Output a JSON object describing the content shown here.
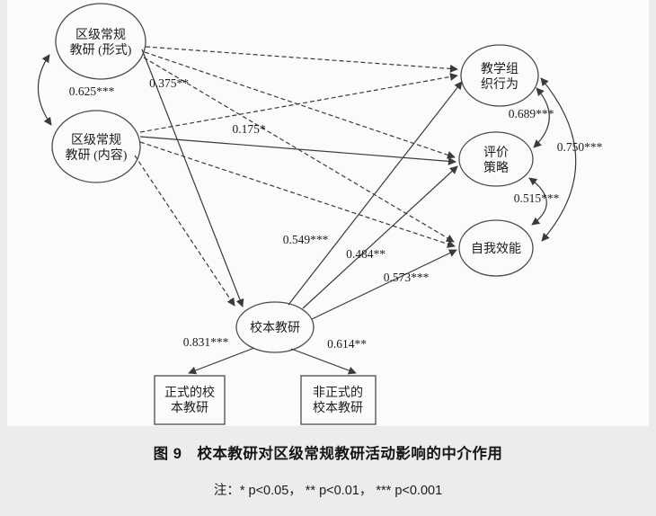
{
  "diagram": {
    "nodes": {
      "district_form": {
        "shape": "ellipse",
        "line1": "区级常规",
        "line2": "教研 (形式)"
      },
      "district_content": {
        "shape": "ellipse",
        "line1": "区级常规",
        "line2": "教研 (内容)"
      },
      "school_based": {
        "shape": "ellipse",
        "label": "校本教研"
      },
      "teaching_org": {
        "shape": "ellipse",
        "line1": "教学组",
        "line2": "织行为"
      },
      "evaluation": {
        "shape": "ellipse",
        "line1": "评价",
        "line2": "策略"
      },
      "self_efficacy": {
        "shape": "ellipse",
        "label": "自我效能"
      },
      "formal": {
        "shape": "rect",
        "line1": "正式的校",
        "line2": "本教研"
      },
      "informal": {
        "shape": "rect",
        "line1": "非正式的",
        "line2": "校本教研"
      }
    },
    "edges": [
      {
        "from": "district_form",
        "to": "district_content",
        "type": "covariance",
        "style": "curved-double-arrow",
        "label": "0.625***"
      },
      {
        "from": "district_form",
        "to": "school_based",
        "type": "path",
        "style": "solid",
        "label": "0.375**"
      },
      {
        "from": "district_content",
        "to": "evaluation",
        "type": "path",
        "style": "solid",
        "label": "0.175*"
      },
      {
        "from": "school_based",
        "to": "teaching_org",
        "type": "path",
        "style": "solid",
        "label": "0.549***"
      },
      {
        "from": "school_based",
        "to": "evaluation",
        "type": "path",
        "style": "solid",
        "label": "0.484**"
      },
      {
        "from": "school_based",
        "to": "self_efficacy",
        "type": "path",
        "style": "solid",
        "label": "0.573***"
      },
      {
        "from": "school_based",
        "to": "formal",
        "type": "loading",
        "style": "solid",
        "label": "0.831***"
      },
      {
        "from": "school_based",
        "to": "informal",
        "type": "loading",
        "style": "solid",
        "label": "0.614**"
      },
      {
        "from": "teaching_org",
        "to": "evaluation",
        "type": "covariance",
        "style": "curved-double-arrow",
        "label": "0.689***"
      },
      {
        "from": "evaluation",
        "to": "self_efficacy",
        "type": "covariance",
        "style": "curved-double-arrow",
        "label": "0.515***"
      },
      {
        "from": "teaching_org",
        "to": "self_efficacy",
        "type": "covariance",
        "style": "curved-double-arrow",
        "label": "0.750***"
      },
      {
        "from": "district_form",
        "to": "teaching_org",
        "type": "path",
        "style": "dashed",
        "label": ""
      },
      {
        "from": "district_form",
        "to": "evaluation",
        "type": "path",
        "style": "dashed",
        "label": ""
      },
      {
        "from": "district_form",
        "to": "self_efficacy",
        "type": "path",
        "style": "dashed",
        "label": ""
      },
      {
        "from": "district_content",
        "to": "teaching_org",
        "type": "path",
        "style": "dashed",
        "label": ""
      },
      {
        "from": "district_content",
        "to": "self_efficacy",
        "type": "path",
        "style": "dashed",
        "label": ""
      },
      {
        "from": "district_content",
        "to": "school_based",
        "type": "path",
        "style": "dashed",
        "label": ""
      }
    ]
  },
  "caption": "图 9　校本教研对区级常规教研活动影响的中介作用",
  "note": "注：* p<0.05， ** p<0.01， *** p<0.001"
}
